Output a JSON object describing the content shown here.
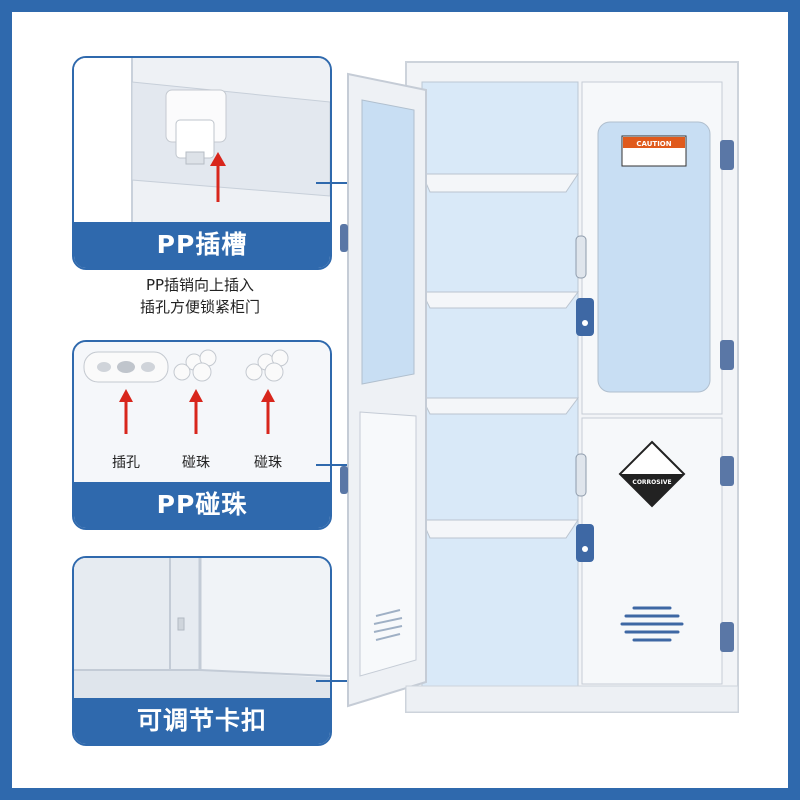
{
  "callouts": [
    {
      "title": "PP插槽",
      "caption_lines": [
        "PP插销向上插入",
        "插孔方便锁紧柜门"
      ]
    },
    {
      "title": "PP碰珠",
      "pieces": [
        "插孔",
        "碰珠",
        "碰珠"
      ]
    },
    {
      "title": "可调节卡扣"
    }
  ],
  "cabinet": {
    "warning_label": "CAUTION",
    "corrosive_label": "CORROSIVE"
  },
  "colors": {
    "brand_blue": "#2f69ad",
    "cabinet_white": "#f2f4f7",
    "glass_blue": "#bcd9f2",
    "warning_orange": "#e05a1c",
    "arrow_red": "#d8261c"
  }
}
